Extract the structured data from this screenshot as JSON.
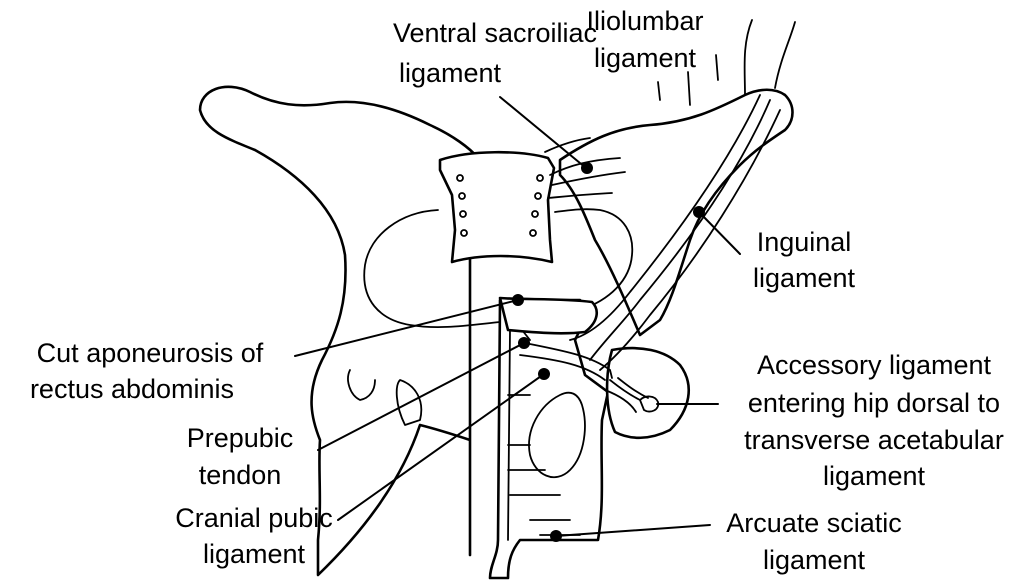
{
  "labels": {
    "ventral_sacroiliac": [
      "Ventral sacroiliac",
      "ligament"
    ],
    "iliolumbar": [
      "Iliolumbar",
      "ligament"
    ],
    "inguinal": [
      "Inguinal",
      "ligament"
    ],
    "cut_aponeurosis": [
      "Cut aponeurosis of",
      "rectus abdominis"
    ],
    "accessory": [
      "Accessory ligament",
      "entering hip dorsal to",
      "transverse acetabular",
      "ligament"
    ],
    "prepubic": [
      "Prepubic",
      "tendon"
    ],
    "cranial_pubic": [
      "Cranial pubic",
      "ligament"
    ],
    "arcuate_sciatic": [
      "Arcuate sciatic",
      "ligament"
    ]
  },
  "colors": {
    "line": "#000000",
    "background": "#ffffff"
  }
}
